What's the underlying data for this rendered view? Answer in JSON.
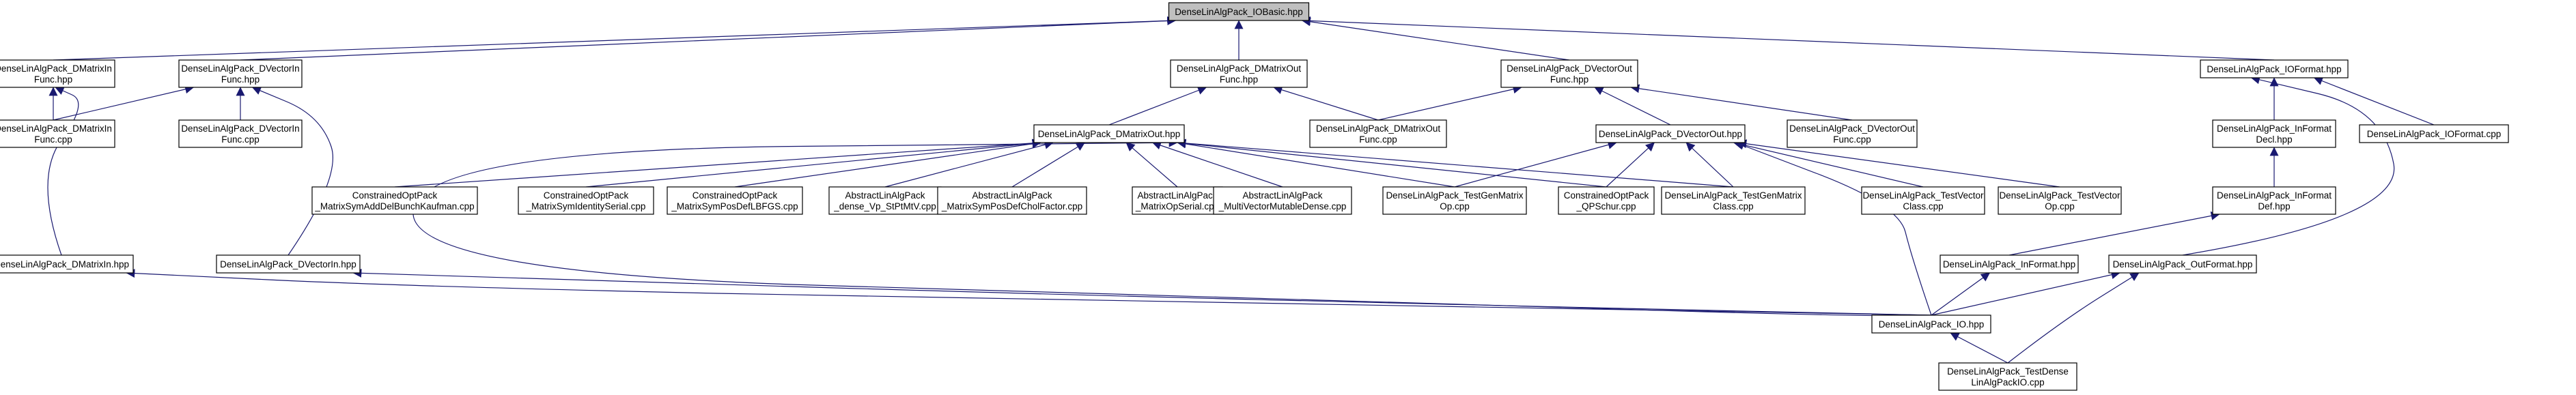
{
  "graph": {
    "root": "DenseLinAlgPack_IOBasic.hpp",
    "nodes": {
      "iobasic": [
        "DenseLinAlgPack_IOBasic.hpp"
      ],
      "dmatrixin_func_hpp": [
        "DenseLinAlgPack_DMatrixIn",
        "Func.hpp"
      ],
      "dvectorin_func_hpp": [
        "DenseLinAlgPack_DVectorIn",
        "Func.hpp"
      ],
      "dmatrixout_func_hpp": [
        "DenseLinAlgPack_DMatrixOut",
        "Func.hpp"
      ],
      "dvectorout_func_hpp": [
        "DenseLinAlgPack_DVectorOut",
        "Func.hpp"
      ],
      "ioformat_hpp": [
        "DenseLinAlgPack_IOFormat.hpp"
      ],
      "dmatrixin_func_cpp": [
        "DenseLinAlgPack_DMatrixIn",
        "Func.cpp"
      ],
      "dvectorin_func_cpp": [
        "DenseLinAlgPack_DVectorIn",
        "Func.cpp"
      ],
      "dmatrixout_hpp": [
        "DenseLinAlgPack_DMatrixOut.hpp"
      ],
      "dmatrixout_func_cpp": [
        "DenseLinAlgPack_DMatrixOut",
        "Func.cpp"
      ],
      "dvectorout_hpp": [
        "DenseLinAlgPack_DVectorOut.hpp"
      ],
      "dvectorout_func_cpp": [
        "DenseLinAlgPack_DVectorOut",
        "Func.cpp"
      ],
      "informat_decl_hpp": [
        "DenseLinAlgPack_InFormat",
        "Decl.hpp"
      ],
      "ioformat_cpp": [
        "DenseLinAlgPack_IOFormat.cpp"
      ],
      "bunch_kaufman": [
        "ConstrainedOptPack",
        "_MatrixSymAddDelBunchKaufman.cpp"
      ],
      "identity_serial": [
        "ConstrainedOptPack",
        "_MatrixSymIdentitySerial.cpp"
      ],
      "pos_def_lbfgs": [
        "ConstrainedOptPack",
        "_MatrixSymPosDefLBFGS.cpp"
      ],
      "dense_vp": [
        "AbstractLinAlgPack",
        "_dense_Vp_StPtMtV.cpp"
      ],
      "pos_def_chol": [
        "AbstractLinAlgPack",
        "_MatrixSymPosDefCholFactor.cpp"
      ],
      "matrix_op_serial": [
        "AbstractLinAlgPack",
        "_MatrixOpSerial.cpp"
      ],
      "multivector_mutable": [
        "AbstractLinAlgPack",
        "_MultiVectorMutableDense.cpp"
      ],
      "testgenmatrix_op": [
        "DenseLinAlgPack_TestGenMatrix",
        "Op.cpp"
      ],
      "qpschur": [
        "ConstrainedOptPack",
        "_QPSchur.cpp"
      ],
      "testgenmatrix_class": [
        "DenseLinAlgPack_TestGenMatrix",
        "Class.cpp"
      ],
      "testvector_class": [
        "DenseLinAlgPack_TestVector",
        "Class.cpp"
      ],
      "testvector_op": [
        "DenseLinAlgPack_TestVector",
        "Op.cpp"
      ],
      "informat_def_hpp": [
        "DenseLinAlgPack_InFormat",
        "Def.hpp"
      ],
      "dmatrixin_hpp": [
        "DenseLinAlgPack_DMatrixIn.hpp"
      ],
      "dvectorin_hpp": [
        "DenseLinAlgPack_DVectorIn.hpp"
      ],
      "informat_hpp": [
        "DenseLinAlgPack_InFormat.hpp"
      ],
      "outformat_hpp": [
        "DenseLinAlgPack_OutFormat.hpp"
      ],
      "io_hpp": [
        "DenseLinAlgPack_IO.hpp"
      ],
      "testdense_io_cpp": [
        "DenseLinAlgPack_TestDense",
        "LinAlgPackIO.cpp"
      ]
    },
    "edges": [
      [
        "dmatrixin_func_hpp",
        "iobasic"
      ],
      [
        "dvectorin_func_hpp",
        "iobasic"
      ],
      [
        "dmatrixout_func_hpp",
        "iobasic"
      ],
      [
        "dvectorout_func_hpp",
        "iobasic"
      ],
      [
        "ioformat_hpp",
        "iobasic"
      ],
      [
        "dmatrixin_func_cpp",
        "dmatrixin_func_hpp"
      ],
      [
        "dmatrixin_func_cpp",
        "dvectorin_func_hpp"
      ],
      [
        "dvectorin_func_cpp",
        "dvectorin_func_hpp"
      ],
      [
        "dmatrixin_hpp",
        "dmatrixin_func_hpp"
      ],
      [
        "dvectorin_hpp",
        "dvectorin_func_hpp"
      ],
      [
        "dmatrixout_hpp",
        "dmatrixout_func_hpp"
      ],
      [
        "dmatrixout_func_cpp",
        "dmatrixout_func_hpp"
      ],
      [
        "dmatrixout_func_cpp",
        "dvectorout_func_hpp"
      ],
      [
        "dvectorout_hpp",
        "dvectorout_func_hpp"
      ],
      [
        "dvectorout_func_cpp",
        "dvectorout_func_hpp"
      ],
      [
        "informat_decl_hpp",
        "ioformat_hpp"
      ],
      [
        "ioformat_cpp",
        "ioformat_hpp"
      ],
      [
        "outformat_hpp",
        "ioformat_hpp"
      ],
      [
        "informat_def_hpp",
        "informat_decl_hpp"
      ],
      [
        "informat_hpp",
        "informat_def_hpp"
      ],
      [
        "bunch_kaufman",
        "dmatrixout_hpp"
      ],
      [
        "identity_serial",
        "dmatrixout_hpp"
      ],
      [
        "pos_def_lbfgs",
        "dmatrixout_hpp"
      ],
      [
        "dense_vp",
        "dmatrixout_hpp"
      ],
      [
        "pos_def_chol",
        "dmatrixout_hpp"
      ],
      [
        "matrix_op_serial",
        "dmatrixout_hpp"
      ],
      [
        "multivector_mutable",
        "dmatrixout_hpp"
      ],
      [
        "testgenmatrix_op",
        "dmatrixout_hpp"
      ],
      [
        "qpschur",
        "dmatrixout_hpp"
      ],
      [
        "testgenmatrix_class",
        "dmatrixout_hpp"
      ],
      [
        "io_hpp",
        "dmatrixout_hpp"
      ],
      [
        "testgenmatrix_op",
        "dvectorout_hpp"
      ],
      [
        "qpschur",
        "dvectorout_hpp"
      ],
      [
        "testgenmatrix_class",
        "dvectorout_hpp"
      ],
      [
        "testvector_class",
        "dvectorout_hpp"
      ],
      [
        "testvector_op",
        "dvectorout_hpp"
      ],
      [
        "io_hpp",
        "dvectorout_hpp"
      ],
      [
        "io_hpp",
        "dmatrixin_hpp"
      ],
      [
        "io_hpp",
        "dvectorin_hpp"
      ],
      [
        "io_hpp",
        "informat_hpp"
      ],
      [
        "io_hpp",
        "outformat_hpp"
      ],
      [
        "testdense_io_cpp",
        "io_hpp"
      ],
      [
        "testdense_io_cpp",
        "outformat_hpp"
      ]
    ]
  }
}
